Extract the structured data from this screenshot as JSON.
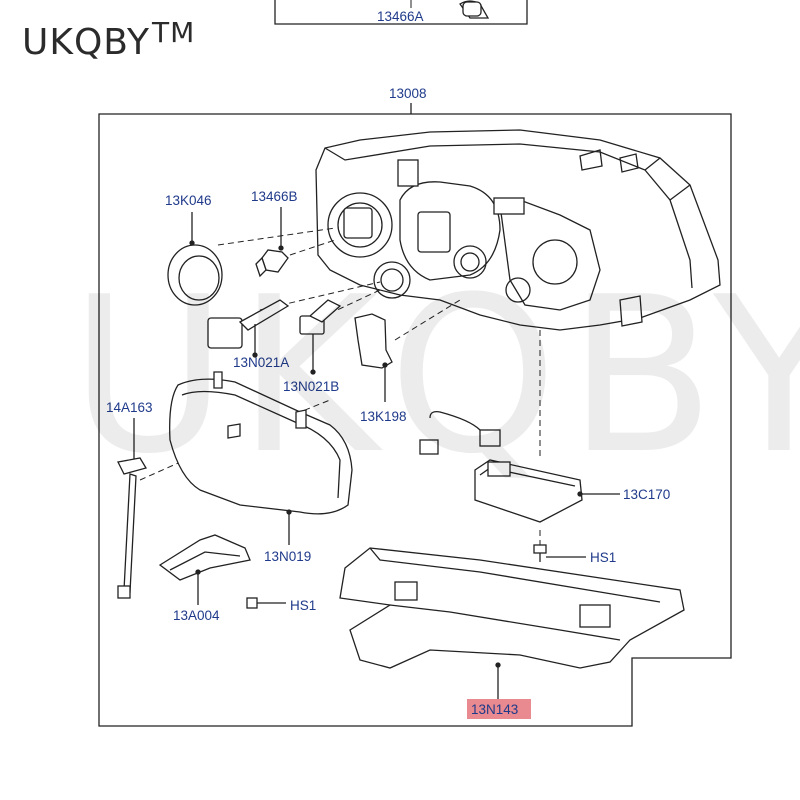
{
  "watermark": {
    "brand": "UKQBY",
    "tm": "TM",
    "background": "UKQBY TM"
  },
  "colors": {
    "label": "#1f3a8a",
    "highlight": "#e88a8f",
    "line": "#222222"
  },
  "callouts": {
    "top_part": "13466A",
    "assembly": "13008",
    "bulb_cap": "13K046",
    "bulb_small": "13466B",
    "bulb_h7": "13N021A",
    "bulb_h1": "13N021B",
    "socket": "13K198",
    "adjuster": "14A163",
    "rear_cover": "13N019",
    "ballast": "13C170",
    "screw_ballast": "HS1",
    "bracket": "13A004",
    "screw_bracket": "HS1",
    "bottom_bracket": "13N143"
  }
}
